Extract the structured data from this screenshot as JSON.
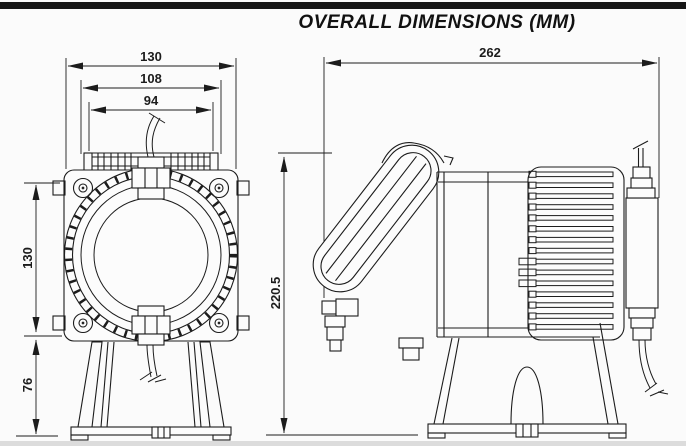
{
  "title": "OVERALL DIMENSIONS (MM)",
  "units": "MM",
  "style": {
    "background": "#fbfbfb",
    "line_color": "#1c1c1c",
    "top_bar_color": "#161616",
    "bottom_strip_color": "#dcdcdc"
  },
  "front_view": {
    "dim_width_outer": "130",
    "dim_width_middle": "108",
    "dim_width_inner": "94",
    "dim_height_body": "130",
    "dim_height_stand": "76"
  },
  "side_view": {
    "dim_length": "262",
    "dim_height_overall": "220.5"
  }
}
